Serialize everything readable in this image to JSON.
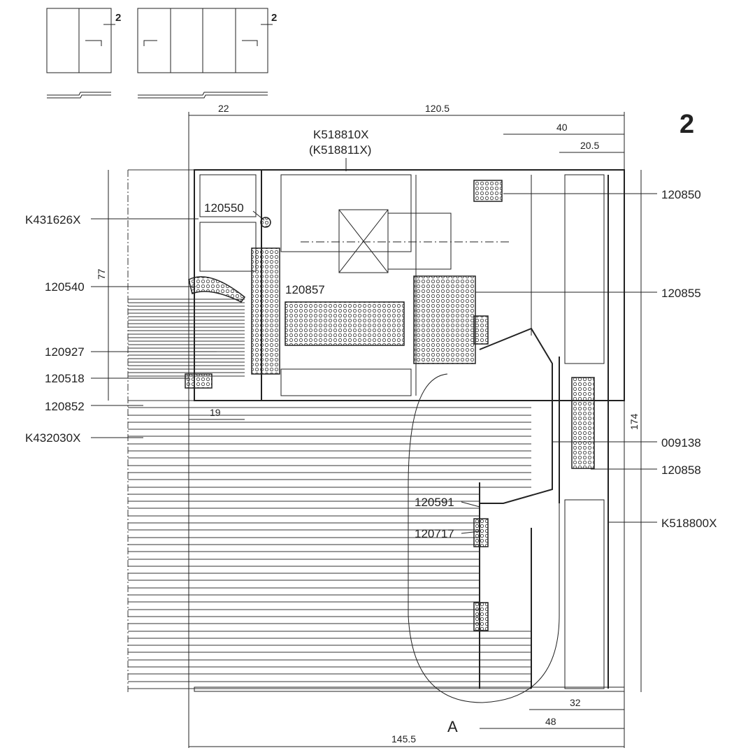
{
  "section_number": "2",
  "elevations": {
    "section_mark_left": "2",
    "section_mark_right": "2"
  },
  "dimensions": {
    "top_22": "22",
    "top_120_5": "120.5",
    "top_40": "40",
    "top_20_5": "20.5",
    "left_77": "77",
    "glass_19": "19",
    "right_174": "174",
    "bottom_32": "32",
    "bottom_48": "48",
    "bottom_145_5": "145.5"
  },
  "parts": {
    "top_profile": "K518810X",
    "top_profile_alt": "(K518811X)",
    "p120850": "120850",
    "k431626x": "K431626X",
    "p120550": "120550",
    "p120540": "120540",
    "p120857": "120857",
    "p120855": "120855",
    "p120927": "120927",
    "p120518": "120518",
    "p120852": "120852",
    "k432030x": "K432030X",
    "p009138": "009138",
    "p120858": "120858",
    "p120591": "120591",
    "p120717": "120717",
    "k518800x": "K518800X"
  },
  "detail_marker": "A"
}
